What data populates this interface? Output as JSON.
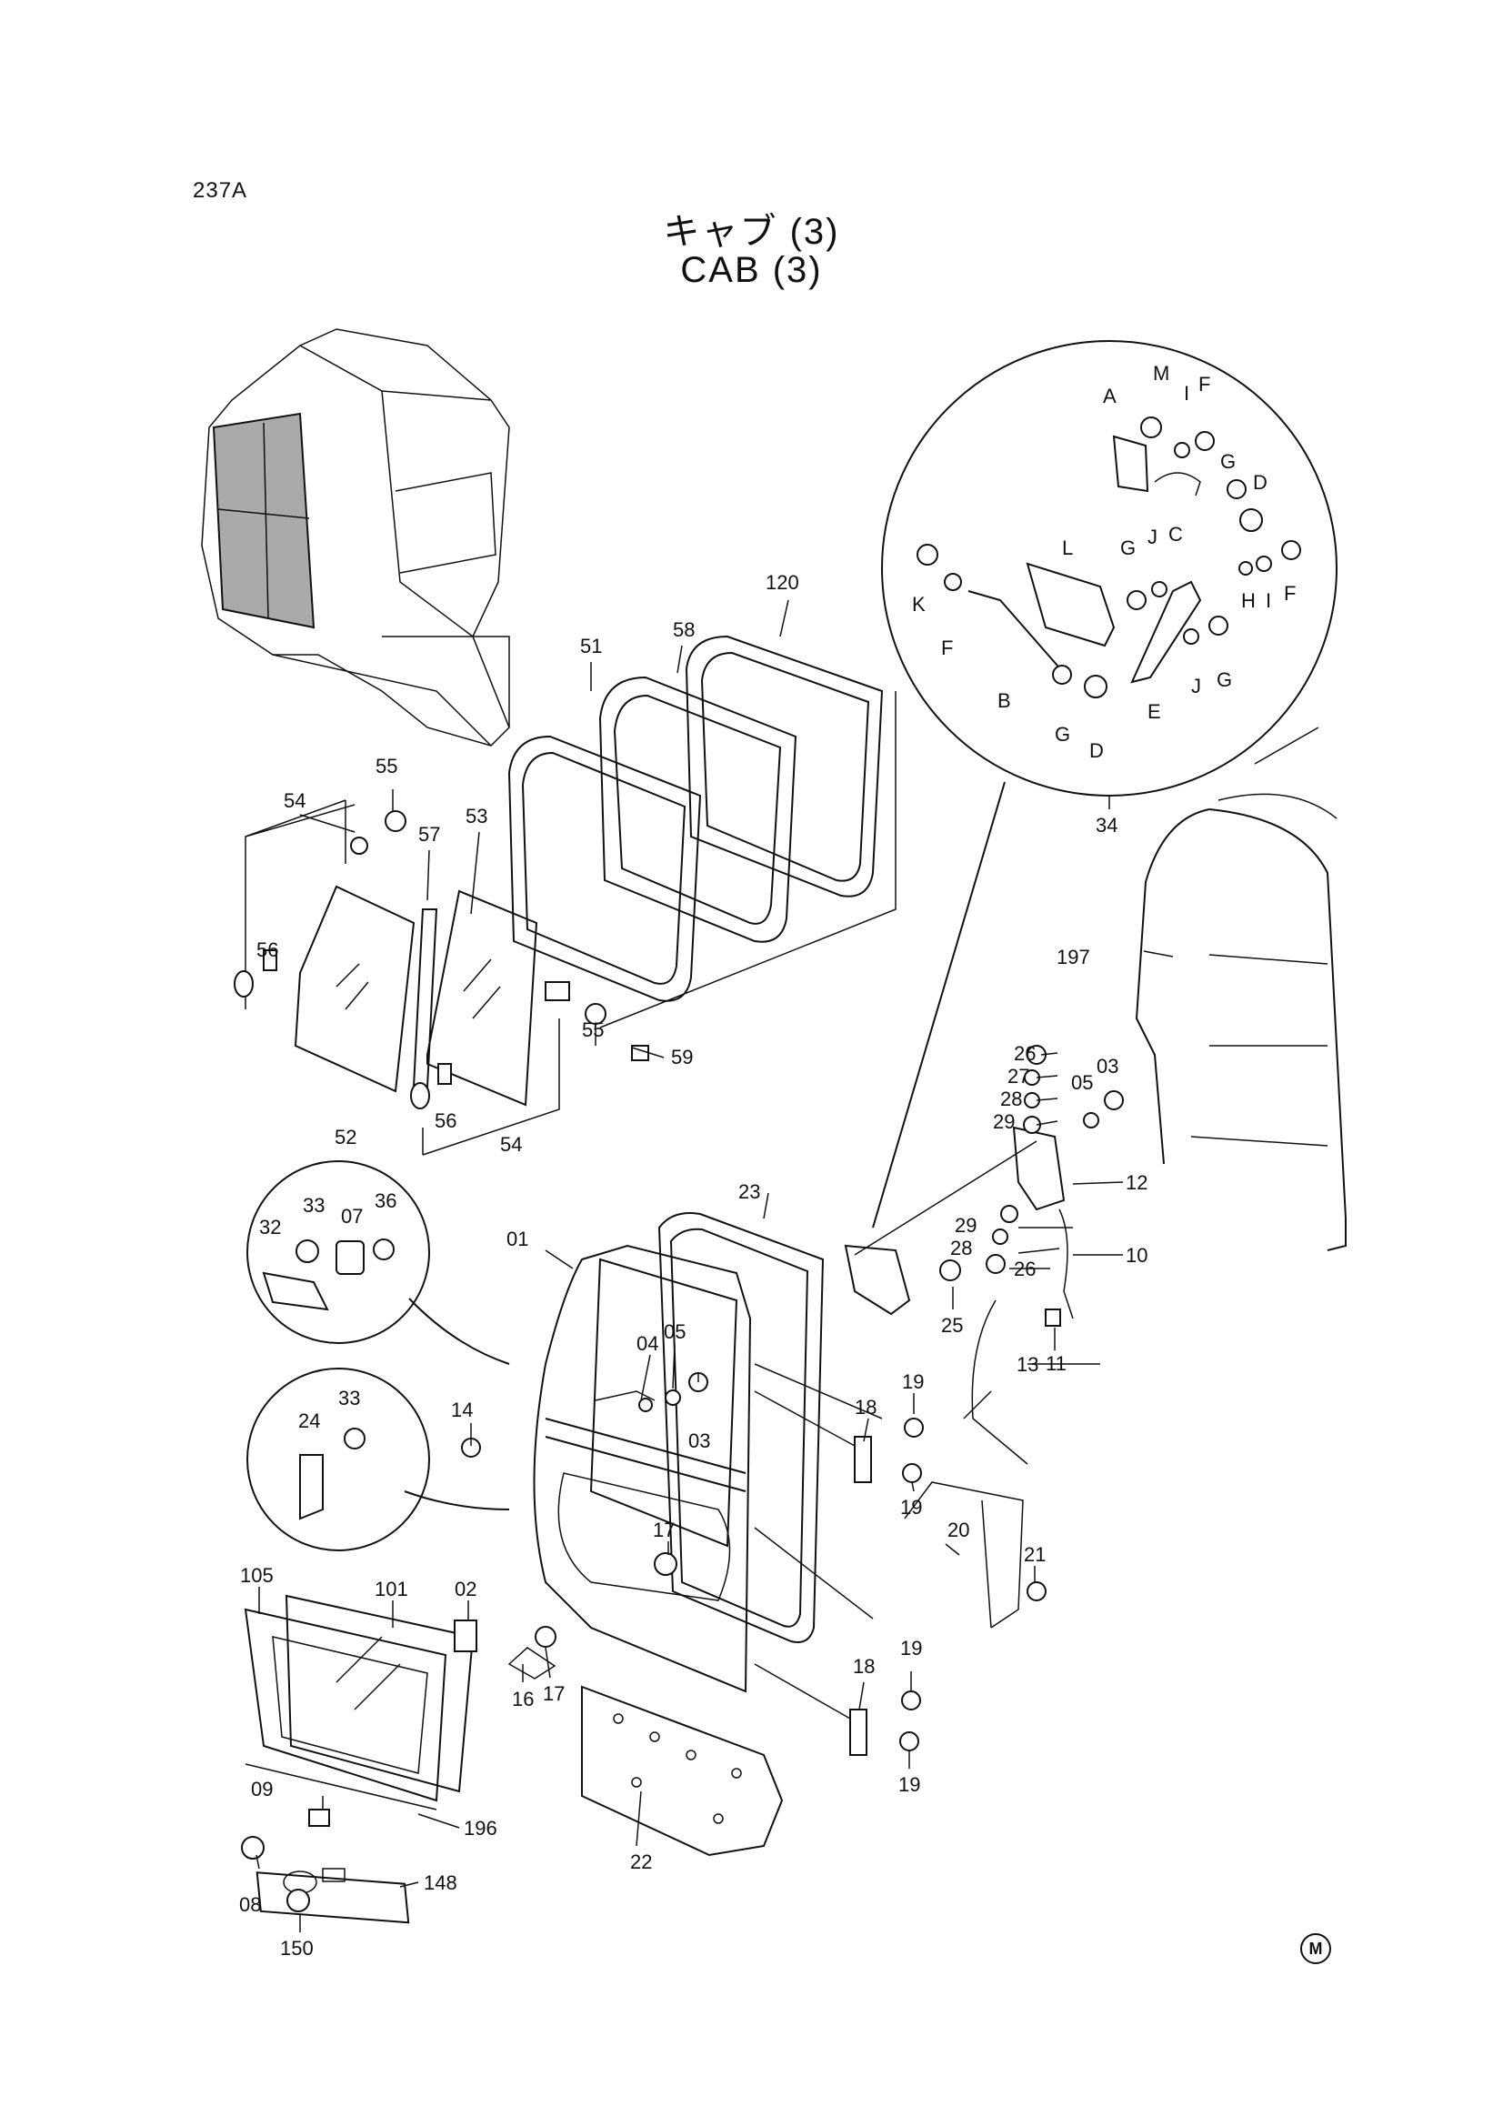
{
  "page": {
    "number": "237A",
    "title_ja": "キャブ (3)",
    "title_en": "CAB (3)",
    "mark": "M"
  },
  "callouts": [
    {
      "id": "120",
      "text": "120"
    },
    {
      "id": "58",
      "text": "58"
    },
    {
      "id": "51",
      "text": "51"
    },
    {
      "id": "55a",
      "text": "55"
    },
    {
      "id": "54a",
      "text": "54"
    },
    {
      "id": "57",
      "text": "57"
    },
    {
      "id": "53",
      "text": "53"
    },
    {
      "id": "56a",
      "text": "56"
    },
    {
      "id": "52",
      "text": "52"
    },
    {
      "id": "56b",
      "text": "56"
    },
    {
      "id": "54b",
      "text": "54"
    },
    {
      "id": "55b",
      "text": "55"
    },
    {
      "id": "59",
      "text": "59"
    },
    {
      "id": "197",
      "text": "197"
    },
    {
      "id": "34",
      "text": "34"
    },
    {
      "id": "26a",
      "text": "26"
    },
    {
      "id": "27",
      "text": "27"
    },
    {
      "id": "28a",
      "text": "28"
    },
    {
      "id": "29a",
      "text": "29"
    },
    {
      "id": "05a",
      "text": "05"
    },
    {
      "id": "03a",
      "text": "03"
    },
    {
      "id": "12",
      "text": "12"
    },
    {
      "id": "29b",
      "text": "29"
    },
    {
      "id": "28b",
      "text": "28"
    },
    {
      "id": "10",
      "text": "10"
    },
    {
      "id": "26b",
      "text": "26"
    },
    {
      "id": "25",
      "text": "25"
    },
    {
      "id": "11",
      "text": "11"
    },
    {
      "id": "13",
      "text": "13"
    },
    {
      "id": "23",
      "text": "23"
    },
    {
      "id": "01",
      "text": "01"
    },
    {
      "id": "04",
      "text": "04"
    },
    {
      "id": "05b",
      "text": "05"
    },
    {
      "id": "03b",
      "text": "03"
    },
    {
      "id": "14",
      "text": "14"
    },
    {
      "id": "18a",
      "text": "18"
    },
    {
      "id": "19a",
      "text": "19"
    },
    {
      "id": "19b",
      "text": "19"
    },
    {
      "id": "20",
      "text": "20"
    },
    {
      "id": "21",
      "text": "21"
    },
    {
      "id": "17a",
      "text": "17"
    },
    {
      "id": "105",
      "text": "105"
    },
    {
      "id": "101",
      "text": "101"
    },
    {
      "id": "02",
      "text": "02"
    },
    {
      "id": "16",
      "text": "16"
    },
    {
      "id": "17b",
      "text": "17"
    },
    {
      "id": "18b",
      "text": "18"
    },
    {
      "id": "19c",
      "text": "19"
    },
    {
      "id": "19d",
      "text": "19"
    },
    {
      "id": "22",
      "text": "22"
    },
    {
      "id": "09",
      "text": "09"
    },
    {
      "id": "196",
      "text": "196"
    },
    {
      "id": "148",
      "text": "148"
    },
    {
      "id": "08",
      "text": "08"
    },
    {
      "id": "150",
      "text": "150"
    },
    {
      "id": "32",
      "text": "32"
    },
    {
      "id": "33a",
      "text": "33"
    },
    {
      "id": "07",
      "text": "07"
    },
    {
      "id": "36",
      "text": "36"
    },
    {
      "id": "24",
      "text": "24"
    },
    {
      "id": "33b",
      "text": "33"
    }
  ],
  "detail_letters": [
    {
      "id": "A",
      "text": "A"
    },
    {
      "id": "M",
      "text": "M"
    },
    {
      "id": "I1",
      "text": "I"
    },
    {
      "id": "F1",
      "text": "F"
    },
    {
      "id": "G1",
      "text": "G"
    },
    {
      "id": "D1",
      "text": "D"
    },
    {
      "id": "C",
      "text": "C"
    },
    {
      "id": "L",
      "text": "L"
    },
    {
      "id": "G2",
      "text": "G"
    },
    {
      "id": "J1",
      "text": "J"
    },
    {
      "id": "K",
      "text": "K"
    },
    {
      "id": "F2",
      "text": "F"
    },
    {
      "id": "H",
      "text": "H"
    },
    {
      "id": "I2",
      "text": "I"
    },
    {
      "id": "F3",
      "text": "F"
    },
    {
      "id": "J2",
      "text": "J"
    },
    {
      "id": "G3",
      "text": "G"
    },
    {
      "id": "B",
      "text": "B"
    },
    {
      "id": "G4",
      "text": "G"
    },
    {
      "id": "D2",
      "text": "D"
    },
    {
      "id": "E",
      "text": "E"
    }
  ]
}
